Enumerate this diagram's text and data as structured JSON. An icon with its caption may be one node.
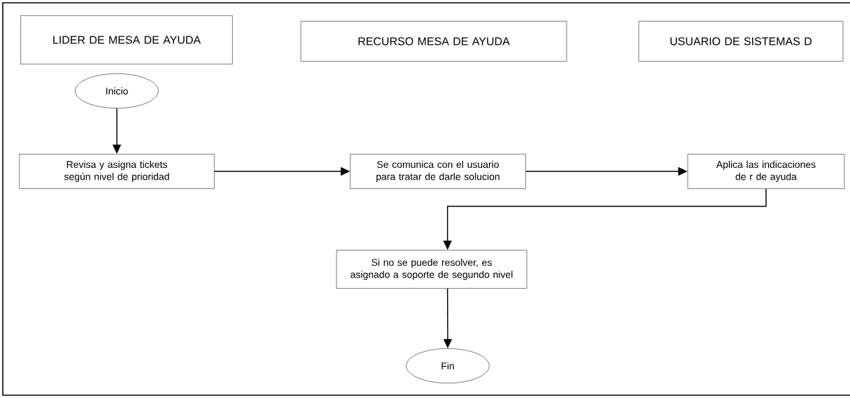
{
  "diagram": {
    "nodes": [
      {
        "text": [
          "LIDER DE MESA DE AYUDA"
        ]
      },
      {
        "text": [
          "RECURSO MESA DE AYUDA"
        ]
      },
      {
        "text": [
          "USUARIO DE SISTEMAS D"
        ]
      },
      {
        "text": [
          "Inicio"
        ]
      },
      {
        "text": [
          "Revisa y asigna tickets según nivel de prioridad"
        ]
      },
      {
        "text": [
          "Se comunica con el usuario para tratar de darle solucion"
        ]
      },
      {
        "text": [
          "Aplica las indicaciones de r de ayuda"
        ]
      },
      {
        "text": [
          "Si no se puede resolver, es asignado a soporte de segundo nivel"
        ]
      },
      {
        "text": [
          "Fin"
        ]
      }
    ],
    "edges": [
      {
        "from": 3,
        "to": 4,
        "arrow": "to"
      },
      {
        "from": 4,
        "to": 5,
        "arrow": "to"
      },
      {
        "from": 5,
        "to": 6,
        "arrow": "to"
      },
      {
        "from": 6,
        "to": 7,
        "arrow": "to"
      },
      {
        "from": 7,
        "to": 8,
        "arrow": "to"
      }
    ]
  }
}
